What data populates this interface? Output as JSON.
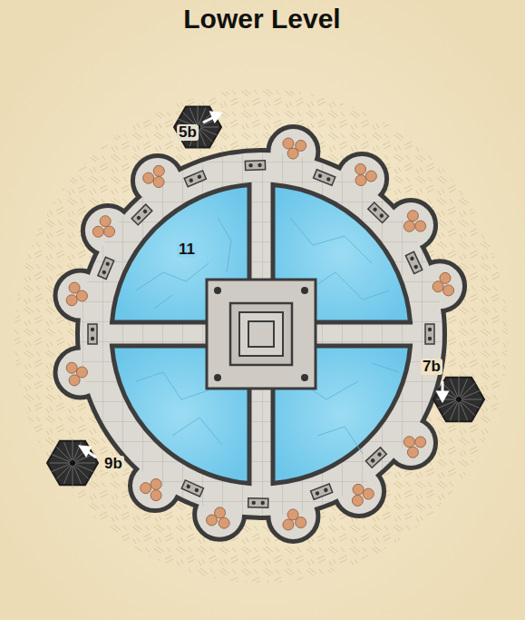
{
  "diagram": {
    "title": "Lower Level",
    "labels": [
      "5b",
      "11",
      "7b",
      "9b"
    ]
  }
}
